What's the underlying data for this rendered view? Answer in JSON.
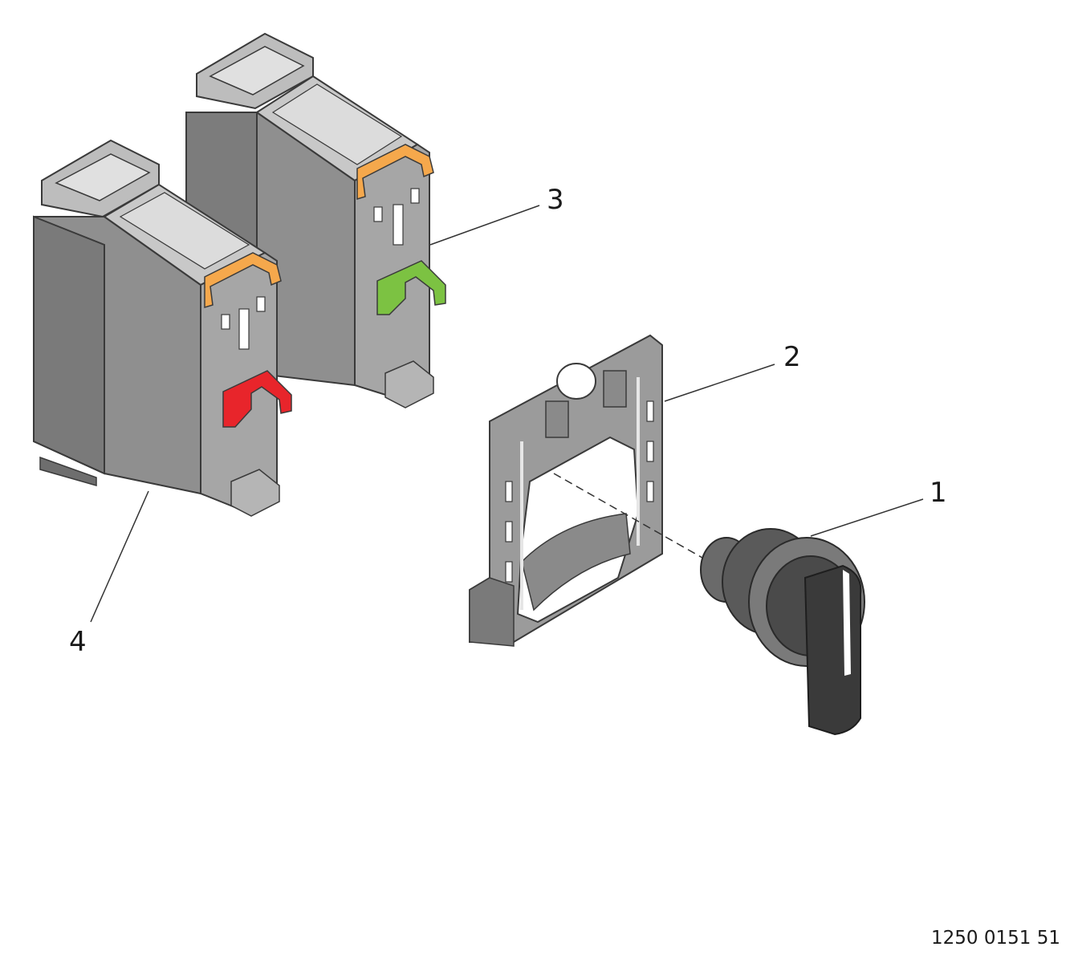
{
  "callouts": {
    "one": "1",
    "two": "2",
    "three": "3",
    "four": "4"
  },
  "document_number": "1250 0151 51",
  "colors": {
    "block_body": "#8f8f8f",
    "block_dark": "#6e6e6e",
    "block_light": "#b8b8b8",
    "block_top": "#d6d6d6",
    "clip_orange": "#f5a84c",
    "plunger_green": "#7cc242",
    "plunger_red": "#e8252b",
    "knob_dark": "#3a3a3a",
    "leader": "#333333"
  },
  "icons": [
    "contact-block-icon",
    "mounting-collar-icon",
    "selector-switch-icon"
  ]
}
